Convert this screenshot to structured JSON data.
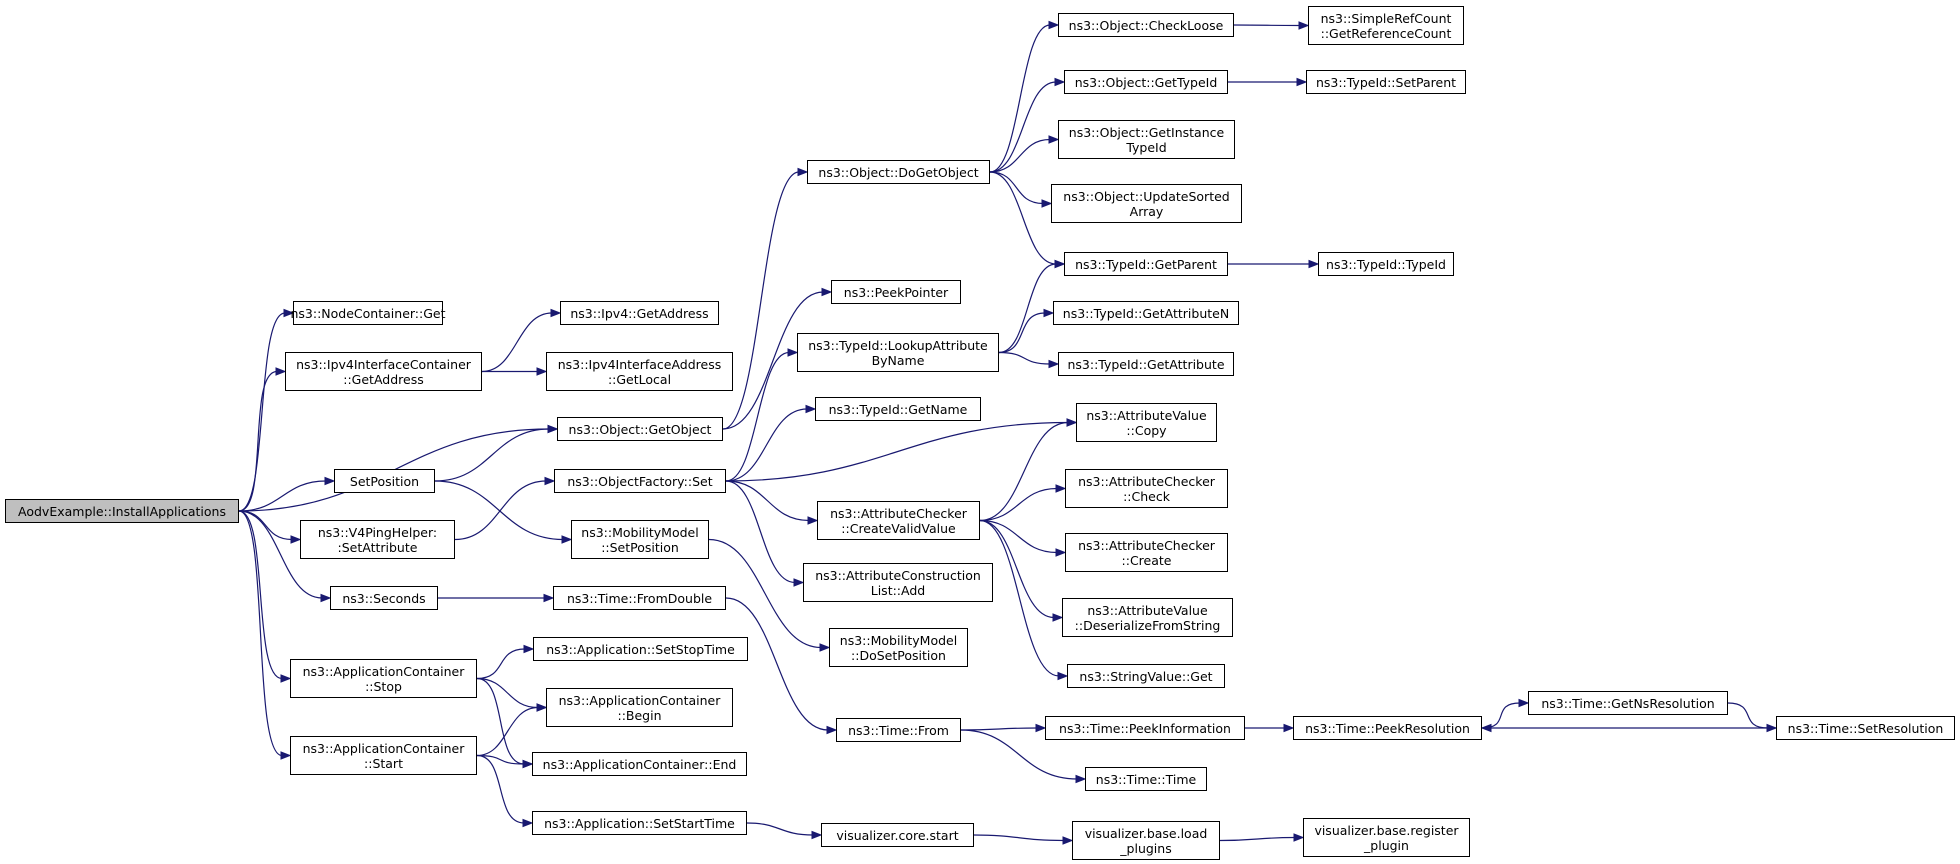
{
  "colors": {
    "edge": "#191970",
    "node_border": "#000000",
    "root_fill": "#bfbfbf",
    "node_fill": "#ffffff"
  },
  "nodes": {
    "install_applications": "AodvExample::InstallApplications",
    "nodecontainer_get": "ns3::NodeContainer::Get",
    "ipv4ifcontainer_getaddress": "ns3::Ipv4InterfaceContainer\n::GetAddress",
    "ipv4_getaddress": "ns3::Ipv4::GetAddress",
    "ipv4ifaddress_getlocal": "ns3::Ipv4InterfaceAddress\n::GetLocal",
    "object_getobject": "ns3::Object::GetObject",
    "setposition": "SetPosition",
    "v4pinghelper_setattribute": "ns3::V4PingHelper:\n:SetAttribute",
    "seconds": "ns3::Seconds",
    "appcontainer_stop": "ns3::ApplicationContainer\n::Stop",
    "appcontainer_start": "ns3::ApplicationContainer\n::Start",
    "objectfactory_set": "ns3::ObjectFactory::Set",
    "mobilitymodel_setposition": "ns3::MobilityModel\n::SetPosition",
    "time_fromdouble": "ns3::Time::FromDouble",
    "app_setstoptime": "ns3::Application::SetStopTime",
    "appcontainer_begin": "ns3::ApplicationContainer\n::Begin",
    "appcontainer_end": "ns3::ApplicationContainer::End",
    "app_setstarttime": "ns3::Application::SetStartTime",
    "object_dogetobject": "ns3::Object::DoGetObject",
    "peekpointer": "ns3::PeekPointer",
    "typeid_lookupattributebyname": "ns3::TypeId::LookupAttribute\nByName",
    "typeid_getname": "ns3::TypeId::GetName",
    "attrchecker_createvalidvalue": "ns3::AttributeChecker\n::CreateValidValue",
    "attrconstructionlist_add": "ns3::AttributeConstruction\nList::Add",
    "mobilitymodel_dosetposition": "ns3::MobilityModel\n::DoSetPosition",
    "time_from": "ns3::Time::From",
    "visualizer_core_start": "visualizer.core.start",
    "object_checkloose": "ns3::Object::CheckLoose",
    "object_gettypeid": "ns3::Object::GetTypeId",
    "object_getinstancetypeid": "ns3::Object::GetInstance\nTypeId",
    "object_updatesortedarray": "ns3::Object::UpdateSorted\nArray",
    "typeid_getparent": "ns3::TypeId::GetParent",
    "typeid_getattributen": "ns3::TypeId::GetAttributeN",
    "typeid_getattribute": "ns3::TypeId::GetAttribute",
    "attrvalue_copy": "ns3::AttributeValue\n::Copy",
    "attrchecker_check": "ns3::AttributeChecker\n::Check",
    "attrchecker_create": "ns3::AttributeChecker\n::Create",
    "attrvalue_deserializefromstring": "ns3::AttributeValue\n::DeserializeFromString",
    "stringvalue_get": "ns3::StringValue::Get",
    "time_peekinformation": "ns3::Time::PeekInformation",
    "time_time": "ns3::Time::Time",
    "visualizer_base_loadplugins": "visualizer.base.load\n_plugins",
    "simplerefcount_getreferencecount": "ns3::SimpleRefCount\n::GetReferenceCount",
    "typeid_setparent": "ns3::TypeId::SetParent",
    "typeid_typeid": "ns3::TypeId::TypeId",
    "time_peekresolution": "ns3::Time::PeekResolution",
    "time_getnsresolution": "ns3::Time::GetNsResolution",
    "time_setresolution": "ns3::Time::SetResolution",
    "visualizer_base_registerplugin": "visualizer.base.register\n_plugin"
  },
  "edges": [
    [
      "install_applications",
      "nodecontainer_get"
    ],
    [
      "install_applications",
      "ipv4ifcontainer_getaddress"
    ],
    [
      "install_applications",
      "object_getobject"
    ],
    [
      "install_applications",
      "setposition"
    ],
    [
      "install_applications",
      "v4pinghelper_setattribute"
    ],
    [
      "install_applications",
      "seconds"
    ],
    [
      "install_applications",
      "appcontainer_stop"
    ],
    [
      "install_applications",
      "appcontainer_start"
    ],
    [
      "ipv4ifcontainer_getaddress",
      "ipv4_getaddress"
    ],
    [
      "ipv4ifcontainer_getaddress",
      "ipv4ifaddress_getlocal"
    ],
    [
      "setposition",
      "object_getobject"
    ],
    [
      "setposition",
      "mobilitymodel_setposition"
    ],
    [
      "v4pinghelper_setattribute",
      "objectfactory_set"
    ],
    [
      "seconds",
      "time_fromdouble"
    ],
    [
      "appcontainer_stop",
      "app_setstoptime"
    ],
    [
      "appcontainer_stop",
      "appcontainer_begin"
    ],
    [
      "appcontainer_stop",
      "appcontainer_end"
    ],
    [
      "appcontainer_start",
      "appcontainer_begin"
    ],
    [
      "appcontainer_start",
      "appcontainer_end"
    ],
    [
      "appcontainer_start",
      "app_setstarttime"
    ],
    [
      "object_getobject",
      "object_dogetobject"
    ],
    [
      "object_getobject",
      "peekpointer"
    ],
    [
      "objectfactory_set",
      "typeid_lookupattributebyname"
    ],
    [
      "objectfactory_set",
      "typeid_getname"
    ],
    [
      "objectfactory_set",
      "attrvalue_copy"
    ],
    [
      "objectfactory_set",
      "attrchecker_createvalidvalue"
    ],
    [
      "objectfactory_set",
      "attrconstructionlist_add"
    ],
    [
      "mobilitymodel_setposition",
      "mobilitymodel_dosetposition"
    ],
    [
      "time_fromdouble",
      "time_from"
    ],
    [
      "app_setstarttime",
      "visualizer_core_start"
    ],
    [
      "object_dogetobject",
      "object_checkloose"
    ],
    [
      "object_dogetobject",
      "object_gettypeid"
    ],
    [
      "object_dogetobject",
      "object_getinstancetypeid"
    ],
    [
      "object_dogetobject",
      "object_updatesortedarray"
    ],
    [
      "object_dogetobject",
      "typeid_getparent"
    ],
    [
      "typeid_lookupattributebyname",
      "typeid_getparent"
    ],
    [
      "typeid_lookupattributebyname",
      "typeid_getattributen"
    ],
    [
      "typeid_lookupattributebyname",
      "typeid_getattribute"
    ],
    [
      "attrchecker_createvalidvalue",
      "attrvalue_copy"
    ],
    [
      "attrchecker_createvalidvalue",
      "attrchecker_check"
    ],
    [
      "attrchecker_createvalidvalue",
      "attrchecker_create"
    ],
    [
      "attrchecker_createvalidvalue",
      "attrvalue_deserializefromstring"
    ],
    [
      "attrchecker_createvalidvalue",
      "stringvalue_get"
    ],
    [
      "time_from",
      "time_peekinformation"
    ],
    [
      "time_from",
      "time_time"
    ],
    [
      "visualizer_core_start",
      "visualizer_base_loadplugins"
    ],
    [
      "object_checkloose",
      "simplerefcount_getreferencecount"
    ],
    [
      "object_gettypeid",
      "typeid_setparent"
    ],
    [
      "typeid_getparent",
      "typeid_typeid"
    ],
    [
      "time_peekinformation",
      "time_peekresolution"
    ],
    [
      "time_peekresolution",
      "time_getnsresolution"
    ],
    [
      "time_getnsresolution",
      "time_setresolution"
    ],
    [
      "time_setresolution",
      "time_peekresolution"
    ],
    [
      "visualizer_base_loadplugins",
      "visualizer_base_registerplugin"
    ]
  ]
}
